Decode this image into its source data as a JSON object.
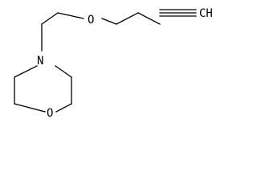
{
  "molecule": {
    "atoms": {
      "nitrogen": "N",
      "oxygen_ring": "O",
      "oxygen_ether": "O",
      "alkyne_terminal": "CH"
    }
  },
  "colors": {
    "background": "#ffffff",
    "ink": "#000000"
  }
}
